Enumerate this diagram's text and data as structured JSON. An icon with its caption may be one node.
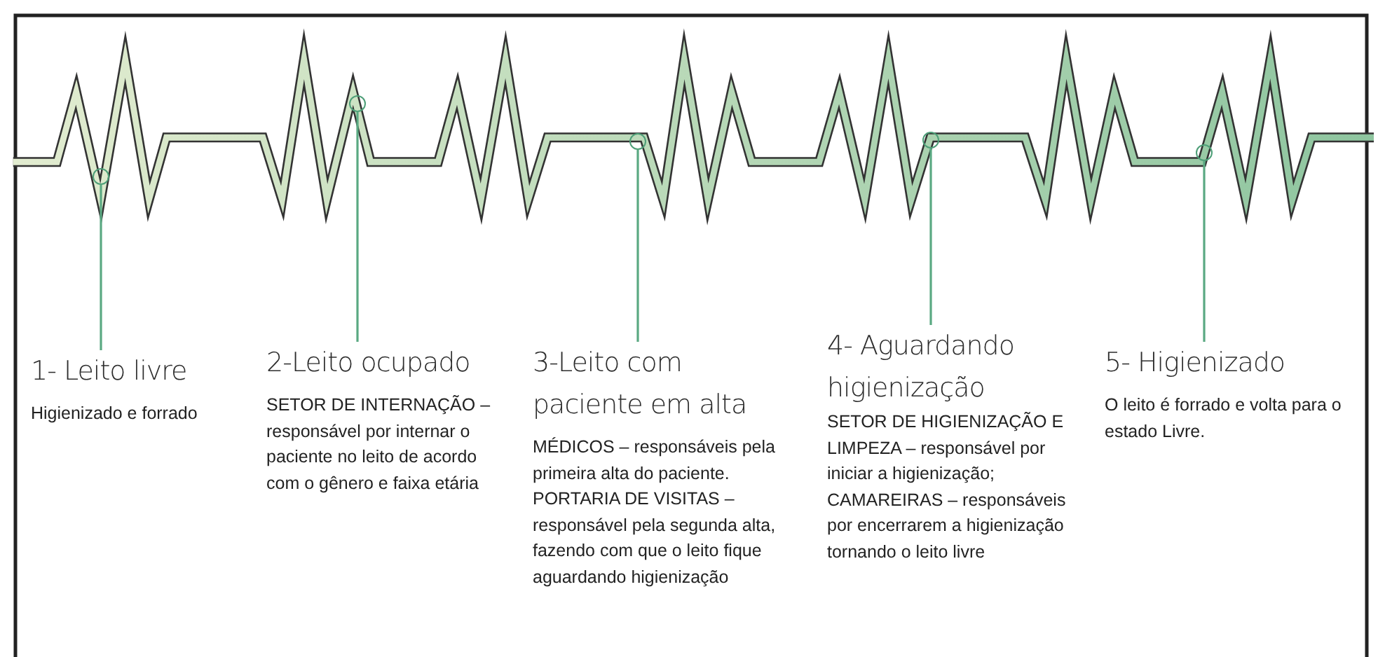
{
  "diagram": {
    "nodes": [
      {
        "text": [
          "1- Leito livre",
          "Higienizado e forrado"
        ]
      },
      {
        "text": [
          "2-Leito ocupado",
          "SETOR DE INTERNAÇÃO – responsável por internar o paciente no leito de acordo com o gênero e faixa etária"
        ]
      },
      {
        "text": [
          "3-Leito com paciente em alta",
          "MÉDICOS – responsáveis pela primeira alta do paciente.",
          "PORTARIA DE VISITAS – responsável pela segunda alta, fazendo com que o leito fique aguardando higienização"
        ]
      },
      {
        "text": [
          "4- Aguardando higienização",
          "SETOR DE HIGIENIZAÇÃO E LIMPEZA – responsável por iniciar a higienização;",
          "CAMAREIRAS – responsáveis por encerrarem a higienização tornando o leito livre"
        ]
      },
      {
        "text": [
          "5- Higienizado",
          "O leito é forrado e volta para o estado Livre."
        ]
      },
      {
        "text": [],
        "shape": "circle"
      },
      {
        "text": [],
        "shape": "circle"
      },
      {
        "text": [],
        "shape": "circle"
      },
      {
        "text": [],
        "shape": "circle"
      },
      {
        "text": [],
        "shape": "circle"
      }
    ],
    "edges": [
      {
        "from": 0,
        "to": 5,
        "arrow": "none"
      },
      {
        "from": 1,
        "to": 6,
        "arrow": "none"
      },
      {
        "from": 2,
        "to": 7,
        "arrow": "none"
      },
      {
        "from": 3,
        "to": 8,
        "arrow": "none"
      },
      {
        "from": 4,
        "to": 9,
        "arrow": "none"
      }
    ]
  }
}
